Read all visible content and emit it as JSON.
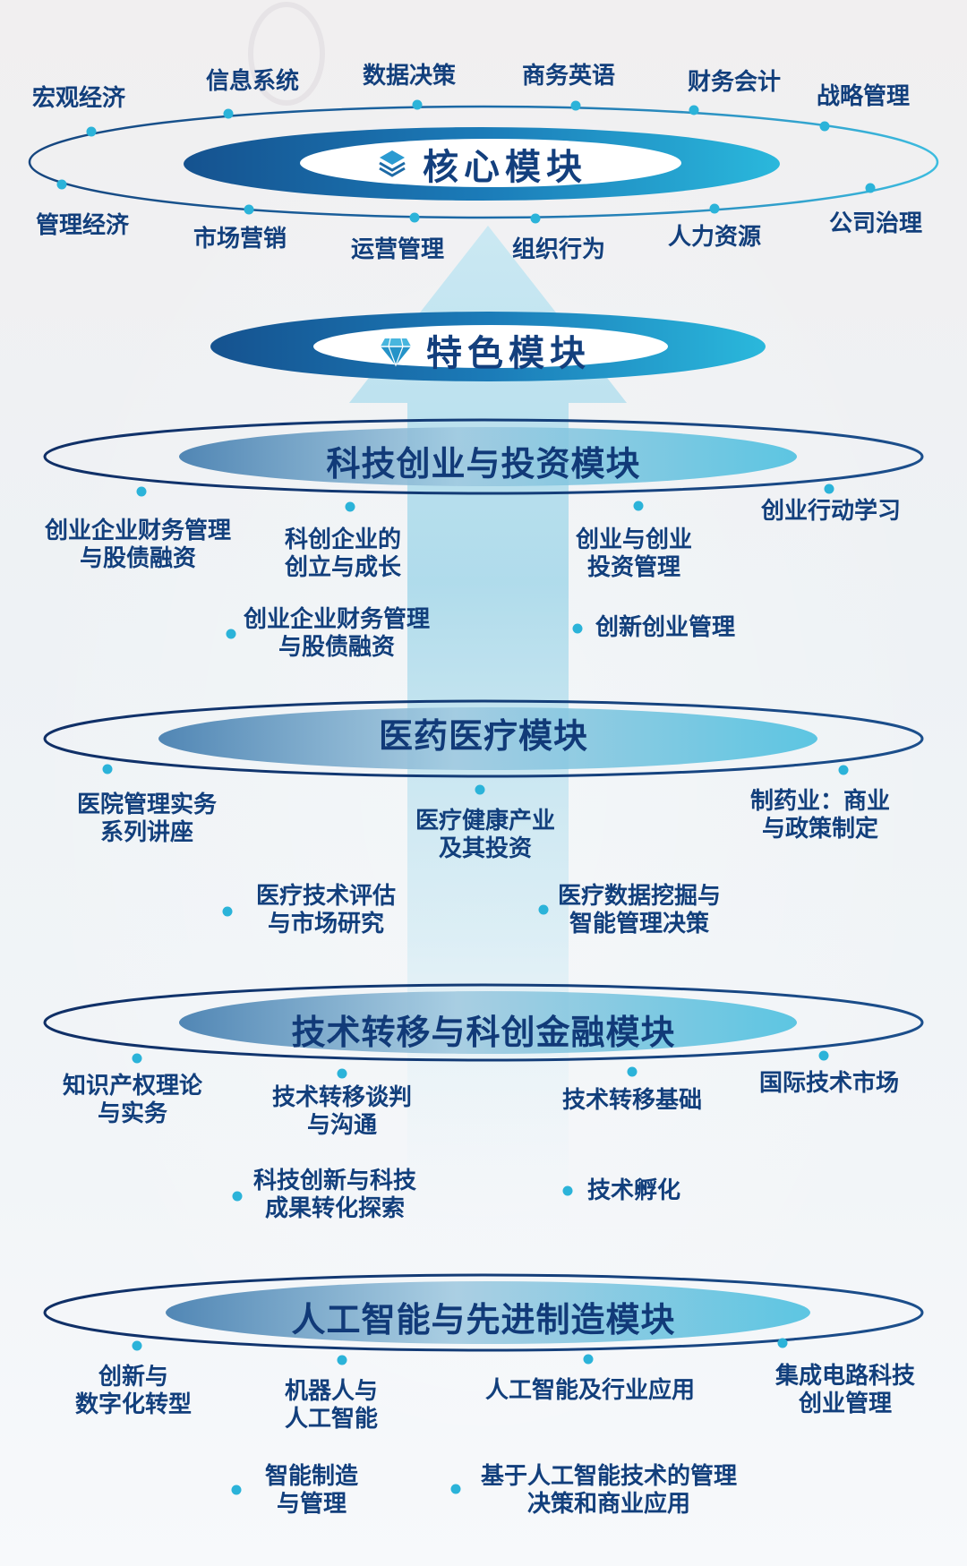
{
  "core_module": {
    "title": "核心模块",
    "icon": "layers-icon",
    "top_items": [
      "宏观经济",
      "信息系统",
      "数据决策",
      "商务英语",
      "财务会计",
      "战略管理"
    ],
    "bottom_items": [
      "管理经济",
      "市场营销",
      "运营管理",
      "组织行为",
      "人力资源",
      "公司治理"
    ]
  },
  "feature_module": {
    "title": "特色模块",
    "icon": "diamond-icon"
  },
  "modules": [
    {
      "title": "科技创业与投资模块",
      "ring_items": [
        {
          "lines": [
            "创业企业财务管理",
            "与股债融资"
          ]
        },
        {
          "lines": [
            "科创企业的",
            "创立与成长"
          ]
        },
        {
          "lines": [
            "创业与创业",
            "投资管理"
          ]
        },
        {
          "lines": [
            "创业行动学习"
          ]
        }
      ],
      "inner_items": [
        {
          "lines": [
            "创业企业财务管理",
            "与股债融资"
          ]
        },
        {
          "lines": [
            "创新创业管理"
          ]
        }
      ]
    },
    {
      "title": "医药医疗模块",
      "ring_items": [
        {
          "lines": [
            "医院管理实务",
            "系列讲座"
          ]
        },
        {
          "lines": [
            "医疗健康产业",
            "及其投资"
          ]
        },
        {
          "lines": [
            "制药业：商业",
            "与政策制定"
          ]
        }
      ],
      "inner_items": [
        {
          "lines": [
            "医疗技术评估",
            "与市场研究"
          ]
        },
        {
          "lines": [
            "医疗数据挖掘与",
            "智能管理决策"
          ]
        }
      ]
    },
    {
      "title": "技术转移与科创金融模块",
      "ring_items": [
        {
          "lines": [
            "知识产权理论",
            "与实务"
          ]
        },
        {
          "lines": [
            "技术转移谈判",
            "与沟通"
          ]
        },
        {
          "lines": [
            "技术转移基础"
          ]
        },
        {
          "lines": [
            "国际技术市场"
          ]
        }
      ],
      "inner_items": [
        {
          "lines": [
            "科技创新与科技",
            "成果转化探索"
          ]
        },
        {
          "lines": [
            "技术孵化"
          ]
        }
      ]
    },
    {
      "title": "人工智能与先进制造模块",
      "ring_items": [
        {
          "lines": [
            "创新与",
            "数字化转型"
          ]
        },
        {
          "lines": [
            "机器人与",
            "人工智能"
          ]
        },
        {
          "lines": [
            "人工智能及行业应用"
          ]
        },
        {
          "lines": [
            "集成电路科技",
            "创业管理"
          ]
        }
      ],
      "inner_items": [
        {
          "lines": [
            "智能制造",
            "与管理"
          ]
        },
        {
          "lines": [
            "基于人工智能技术的管理",
            "决策和商业应用"
          ]
        }
      ]
    }
  ],
  "colors": {
    "text_navy": "#123f7c",
    "ring_dark": "#0f3f7a",
    "ring_light": "#27b4da",
    "dot": "#2bb3d9"
  }
}
